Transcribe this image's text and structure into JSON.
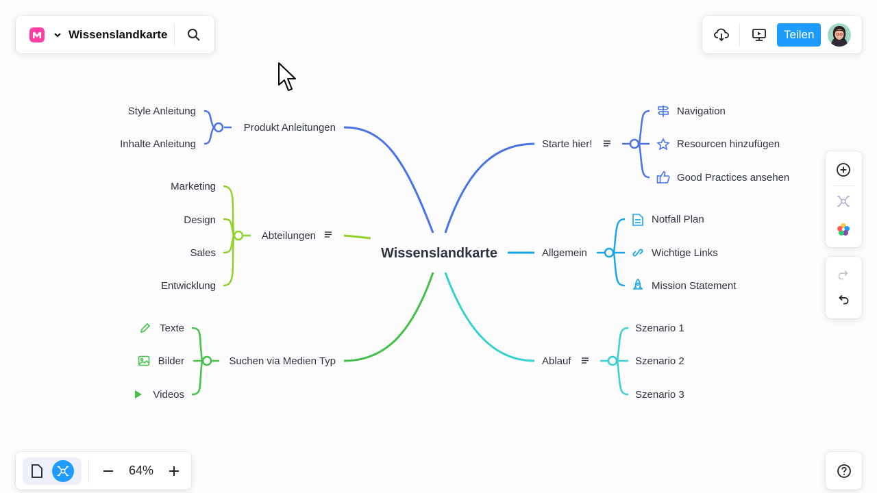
{
  "app": {
    "board_title": "Wissenslandkarte",
    "share_label": "Teilen",
    "zoom_level": "64%"
  },
  "mindmap": {
    "root": "Wissenslandkarte",
    "left_branches": [
      {
        "label": "Produkt Anleitungen",
        "color": "#4a72e8",
        "children": [
          "Style Anleitung",
          "Inhalte Anleitung"
        ]
      },
      {
        "label": "Abteilungen",
        "color": "#8fd12a",
        "children": [
          "Marketing",
          "Design",
          "Sales",
          "Entwicklung"
        ]
      },
      {
        "label": "Suchen via Medien Typ",
        "color": "#43c047",
        "children": [
          "Texte",
          "Bilder",
          "Videos"
        ]
      }
    ],
    "right_branches": [
      {
        "label": "Starte hier!",
        "color": "#4a72e8",
        "children": [
          "Navigation",
          "Resourcen hinzufügen",
          "Good Practices ansehen"
        ]
      },
      {
        "label": "Allgemein",
        "color": "#1aa6e6",
        "children": [
          "Notfall Plan",
          "Wichtige Links",
          "Mission Statement"
        ]
      },
      {
        "label": "Ablauf",
        "color": "#35d0d0",
        "children": [
          "Szenario 1",
          "Szenario 2",
          "Szenario 3"
        ]
      }
    ]
  },
  "icons": {
    "logo": "miro-m-logo",
    "search": "search-icon",
    "cloud": "cloud-download-icon",
    "present": "presentation-icon",
    "add": "plus-circle-icon",
    "map": "mindmap-icon",
    "colors": "color-palette-icon",
    "redo": "redo-icon",
    "undo": "undo-icon",
    "help": "help-icon"
  },
  "colors": {
    "accent": "#1e9bff",
    "logo": "#ff3fa4"
  }
}
